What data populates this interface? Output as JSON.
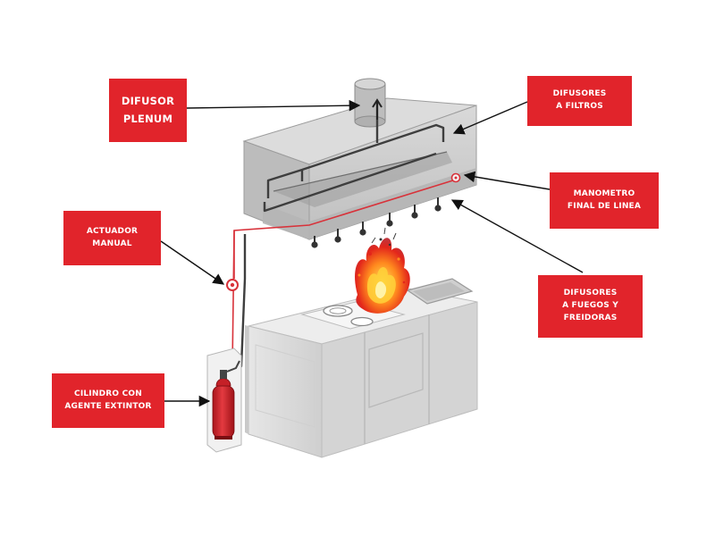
{
  "colors": {
    "label_bg": "#e1242b",
    "label_text": "#ffffff",
    "pipe": "#4a4a4a",
    "pipe_red": "#d8323a",
    "hood": "#c9c9c9",
    "counter": "#dcdcdc"
  },
  "labels": {
    "plenum": {
      "line1": "DIFUSOR",
      "line2": "PLENUM"
    },
    "filtros": {
      "line1": "DIFUSORES",
      "line2": "A FILTROS"
    },
    "manometro": {
      "line1": "MANOMETRO",
      "line2": "FINAL DE LINEA"
    },
    "actuador": {
      "line1": "ACTUADOR",
      "line2": "MANUAL"
    },
    "fuegos": {
      "line1": "DIFUSORES",
      "line2": "A FUEGOS Y",
      "line3": "FREIDORAS"
    },
    "cilindro": {
      "line1": "CILINDRO CON",
      "line2": "AGENTE EXTINTOR"
    }
  },
  "icons": {
    "hood": "kitchen-hood",
    "cylinder": "fire-extinguisher-cylinder",
    "actuator": "manual-actuator",
    "fire": "flame",
    "gauge": "pressure-gauge"
  }
}
